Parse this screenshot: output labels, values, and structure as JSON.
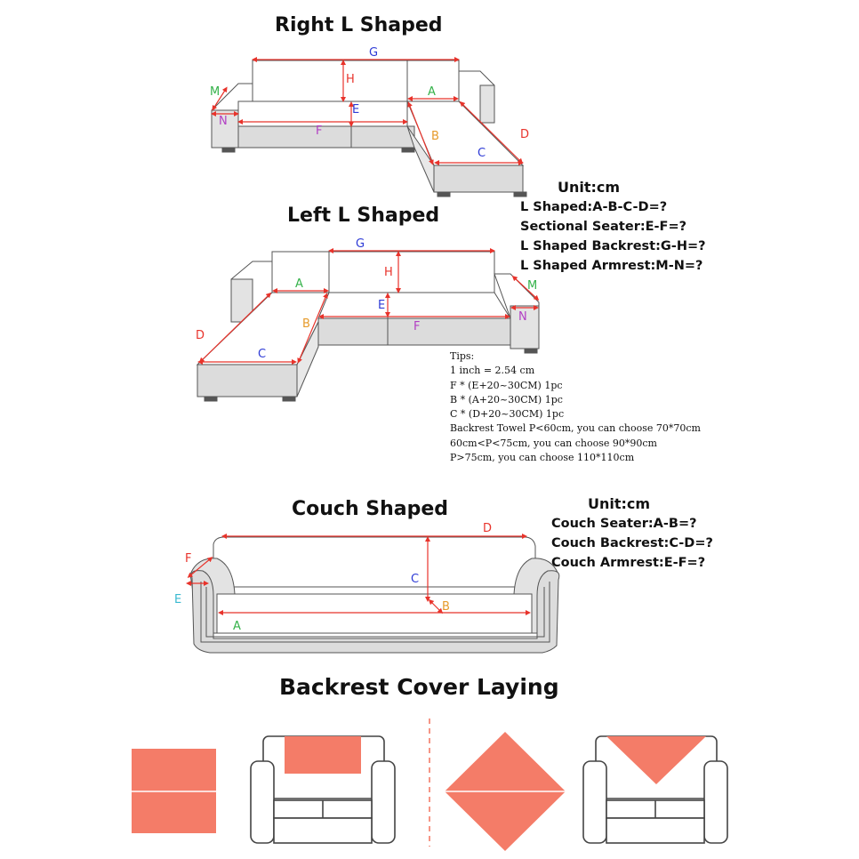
{
  "titles": {
    "right_l": "Right L Shaped",
    "left_l": "Left L Shaped",
    "couch": "Couch Shaped",
    "backrest": "Backrest Cover Laying"
  },
  "l_units": {
    "header": "Unit:cm",
    "lines": [
      "L Shaped:A-B-C-D=?",
      "Sectional Seater:E-F=?",
      "L Shaped Backrest:G-H=?",
      "L Shaped Armrest:M-N=?"
    ]
  },
  "couch_units": {
    "header": "Unit:cm",
    "lines": [
      "Couch Seater:A-B=?",
      "Couch Backrest:C-D=?",
      "Couch Armrest:E-F=?"
    ]
  },
  "tips": {
    "header": "Tips:",
    "lines": [
      "1 inch = 2.54 cm",
      "F * (E+20~30CM) 1pc",
      "B * (A+20~30CM) 1pc",
      "C * (D+20~30CM) 1pc",
      "Backrest Towel P<60cm, you can choose 70*70cm",
      "60cm<P<75cm, you can choose 90*90cm",
      "P>75cm, you can choose 110*110cm"
    ]
  },
  "dimension_labels": {
    "a": "A",
    "b": "B",
    "c": "C",
    "d": "D",
    "e": "E",
    "f": "F",
    "g": "G",
    "h": "H",
    "m": "M",
    "n": "N"
  },
  "colors": {
    "red": "#e8332b",
    "blue": "#2e3bd6",
    "green": "#35b24a",
    "orange": "#e69b2b",
    "purple": "#b23fc4",
    "cyan": "#39b9d0",
    "salmon": "#f47c68",
    "outline": "#555555",
    "sofa_gray": "#dddddd"
  }
}
